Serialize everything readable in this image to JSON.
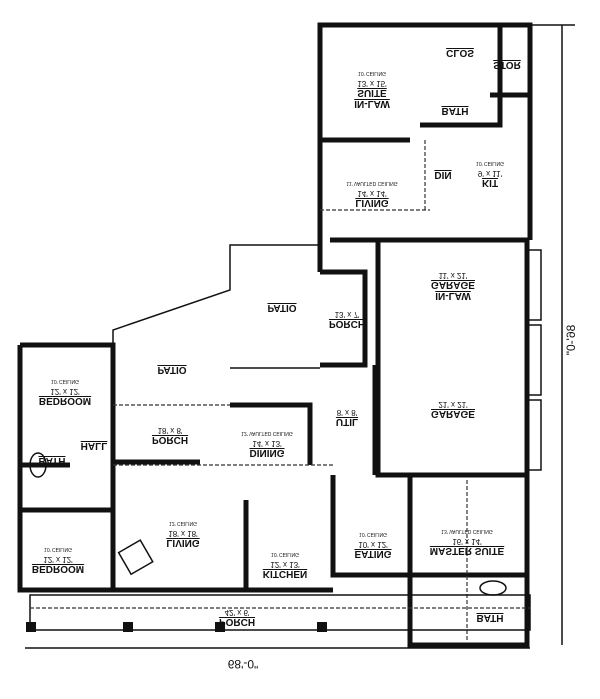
{
  "plan": {
    "overall_width": "68'-0\"",
    "overall_depth": "86'-0\"",
    "rooms": [
      {
        "name": "IN-LAW",
        "name2": "SUITE",
        "size": "13' x 15'",
        "note": "10' CEILING"
      },
      {
        "name": "CLOS"
      },
      {
        "name": "STOR"
      },
      {
        "name": "BATH"
      },
      {
        "name": "LIVING",
        "size": "14' x 14'",
        "note": "11' VAULTED CEILING"
      },
      {
        "name": "DIN"
      },
      {
        "name": "KIT",
        "size": "9' x 11'",
        "note": "10' CEILING"
      },
      {
        "name": "PATIO"
      },
      {
        "name": "PATIO"
      },
      {
        "name": "PORCH",
        "size": "13' x 7'"
      },
      {
        "name": "IN-LAW",
        "name2": "GARAGE",
        "size": "11' x 21'"
      },
      {
        "name": "GARAGE",
        "size": "21' x 21'"
      },
      {
        "name": "BEDROOM",
        "size": "12' x 12'",
        "note": "10' CEILING"
      },
      {
        "name": "HALL"
      },
      {
        "name": "BATH"
      },
      {
        "name": "PORCH",
        "size": "18' x 8'"
      },
      {
        "name": "DINING",
        "size": "14' x 13'",
        "note": "12' VAULTED CEILING"
      },
      {
        "name": "UTIL",
        "size": "8' x 8'"
      },
      {
        "name": "LIVING",
        "size": "18' x 18'",
        "note": "12' CEILING"
      },
      {
        "name": "BEDROOM",
        "size": "12' x 12'",
        "note": "10' CEILING"
      },
      {
        "name": "KITCHEN",
        "size": "12' x 13'",
        "note": "10' CEILING"
      },
      {
        "name": "EATING",
        "size": "10' x 12'",
        "note": "10' CEILING"
      },
      {
        "name": "MASTER SUITE",
        "size": "16' x 14'",
        "note": "13' VAULTED CEILING"
      },
      {
        "name": "BATH"
      },
      {
        "name": "PORCH",
        "size": "42' x 6'"
      }
    ]
  }
}
